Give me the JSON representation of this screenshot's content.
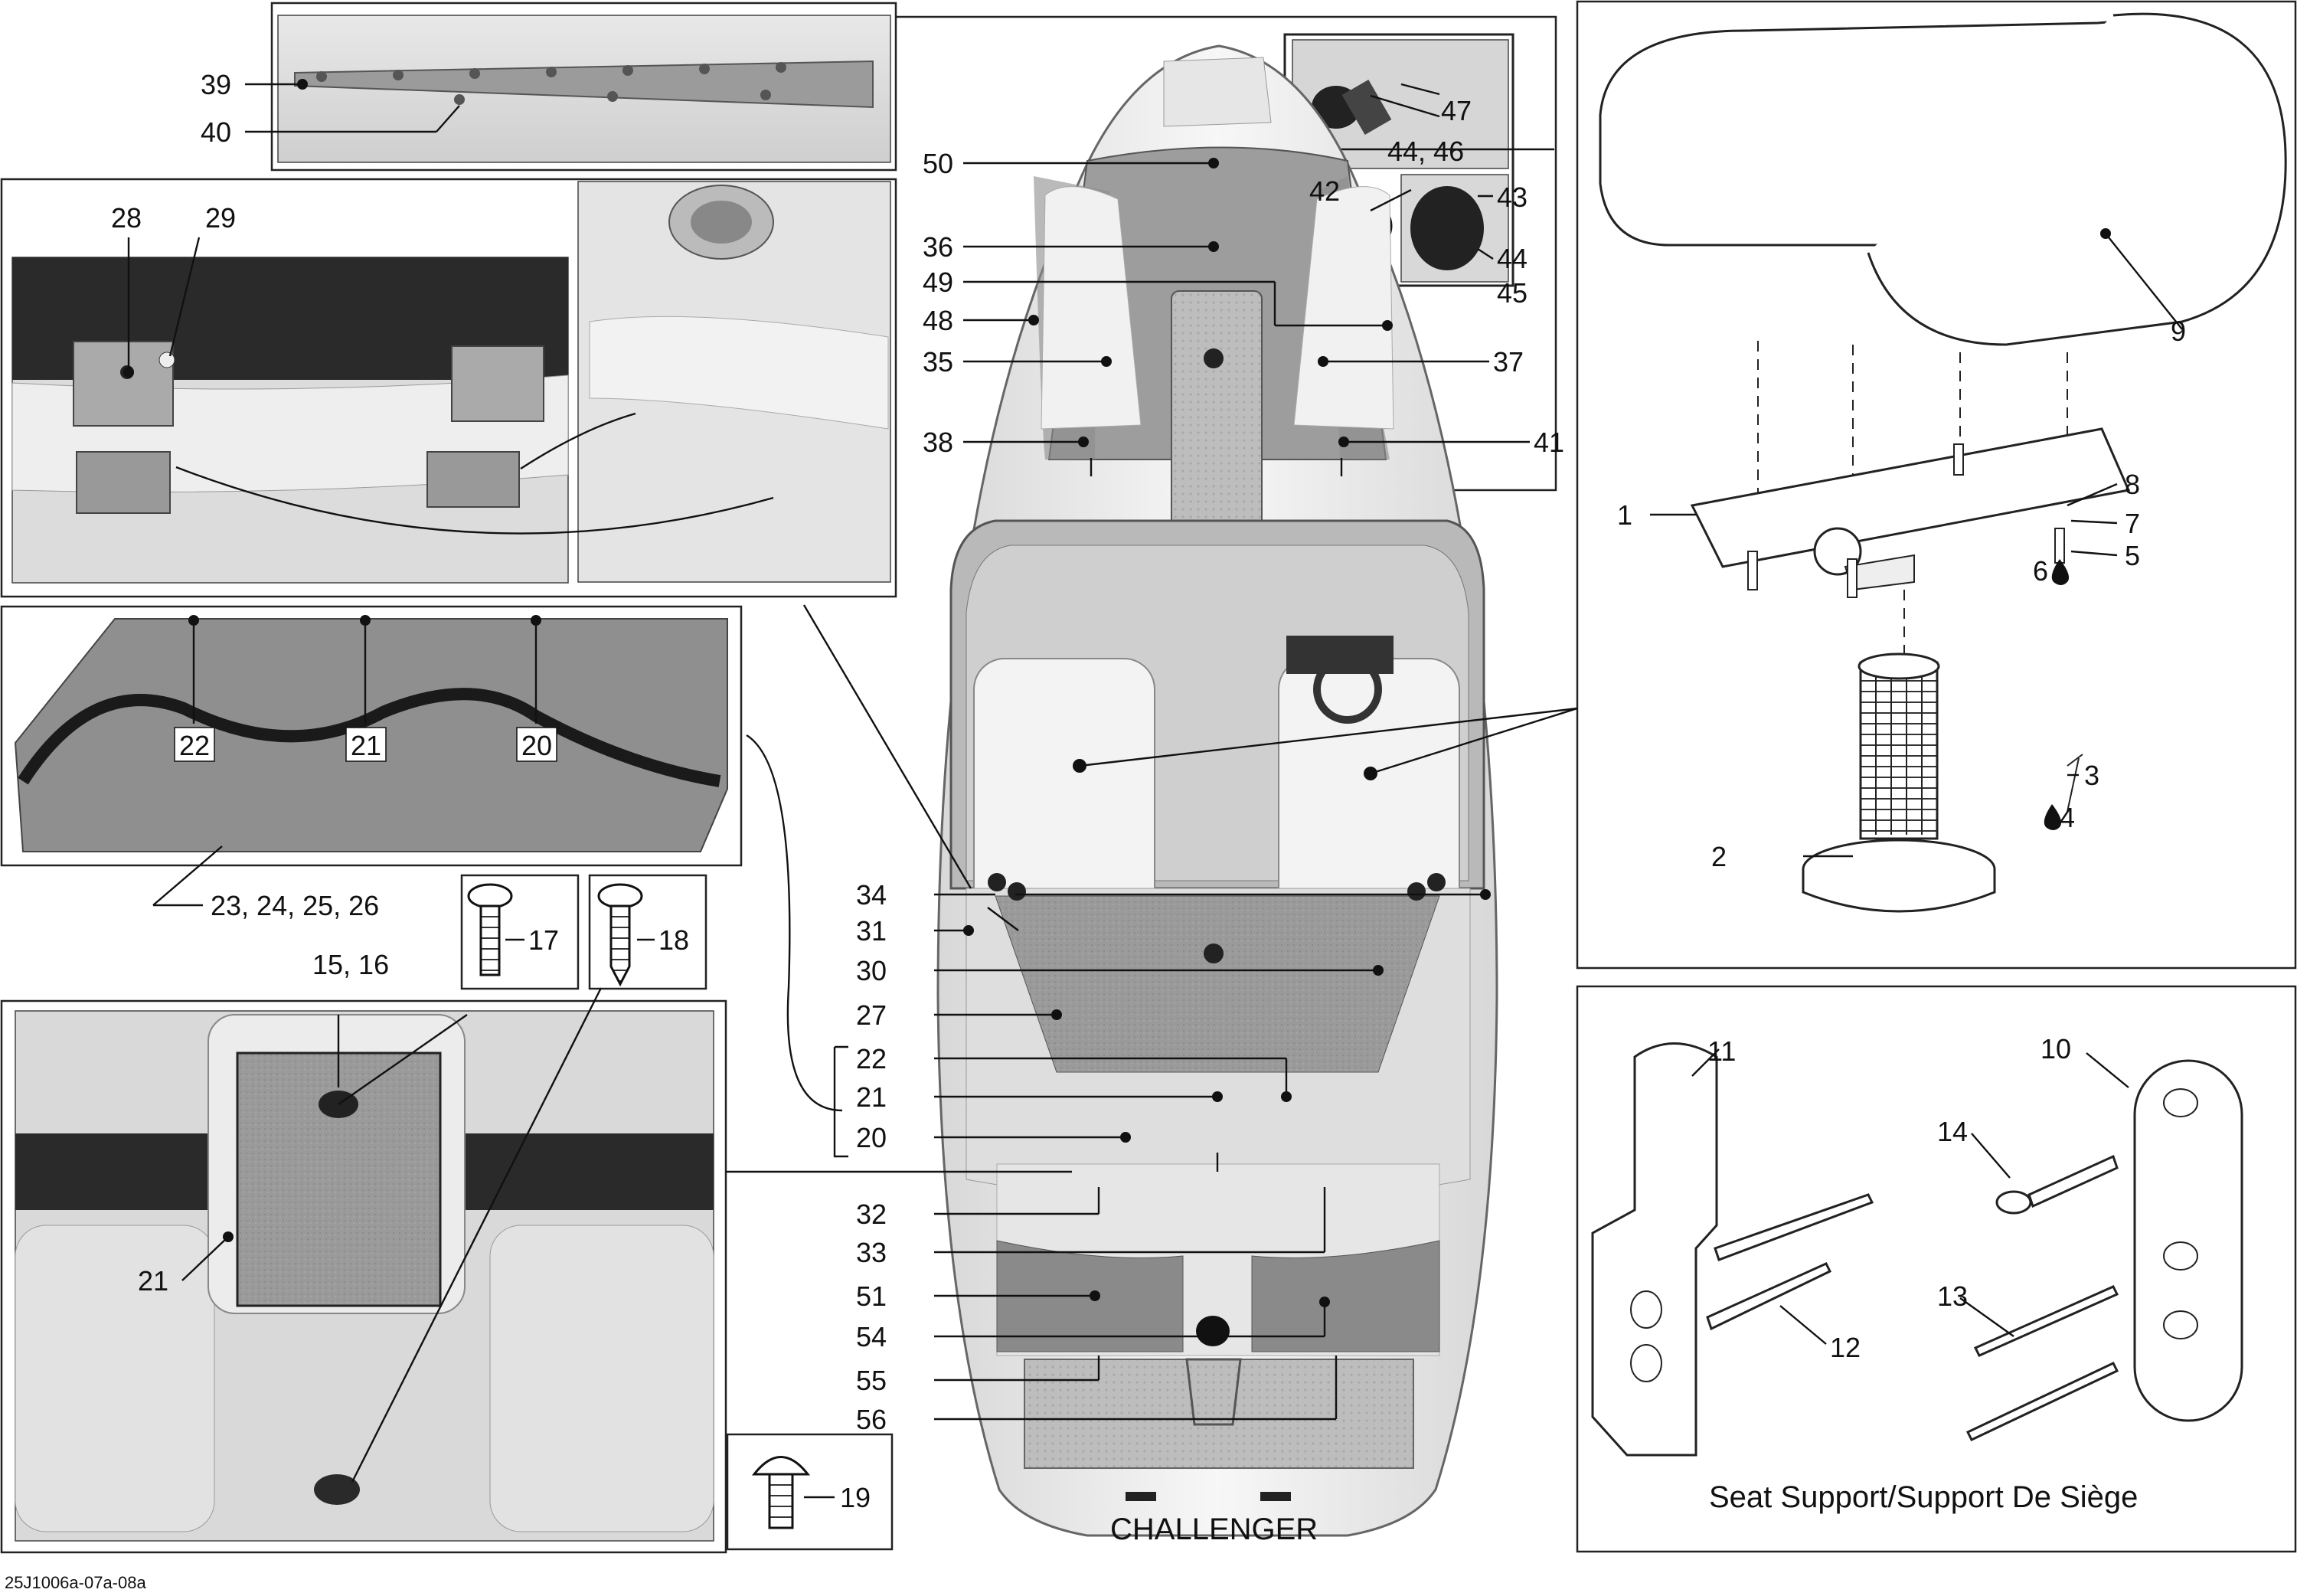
{
  "diagram": {
    "boat_caption": "CHALLENGER",
    "seat_support_caption": "Seat Support/Support De Siège",
    "document_id": "25J1006a-07a-08a",
    "callouts": {
      "c1": "1",
      "c2": "2",
      "c3": "3",
      "c4": "4",
      "c5": "5",
      "c6": "6",
      "c7": "7",
      "c8": "8",
      "c9": "9",
      "c10": "10",
      "c11": "11",
      "c12": "12",
      "c13": "13",
      "c14": "14",
      "c15_16": "15, 16",
      "c17": "17",
      "c18": "18",
      "c19": "19",
      "c20": "20",
      "c21": "21",
      "c22": "22",
      "c23_26": "23, 24, 25, 26",
      "c27": "27",
      "c28": "28",
      "c29": "29",
      "c30": "30",
      "c31": "31",
      "c32": "32",
      "c33": "33",
      "c34": "34",
      "c35": "35",
      "c36": "36",
      "c37": "37",
      "c38": "38",
      "c39": "39",
      "c40": "40",
      "c41": "41",
      "c42": "42",
      "c43": "43",
      "c44": "44",
      "c44_46": "44, 46",
      "c45": "45",
      "c47": "47",
      "c48": "48",
      "c49": "49",
      "c50": "50",
      "c51": "51",
      "c54": "54",
      "c55": "55",
      "c56": "56"
    }
  }
}
